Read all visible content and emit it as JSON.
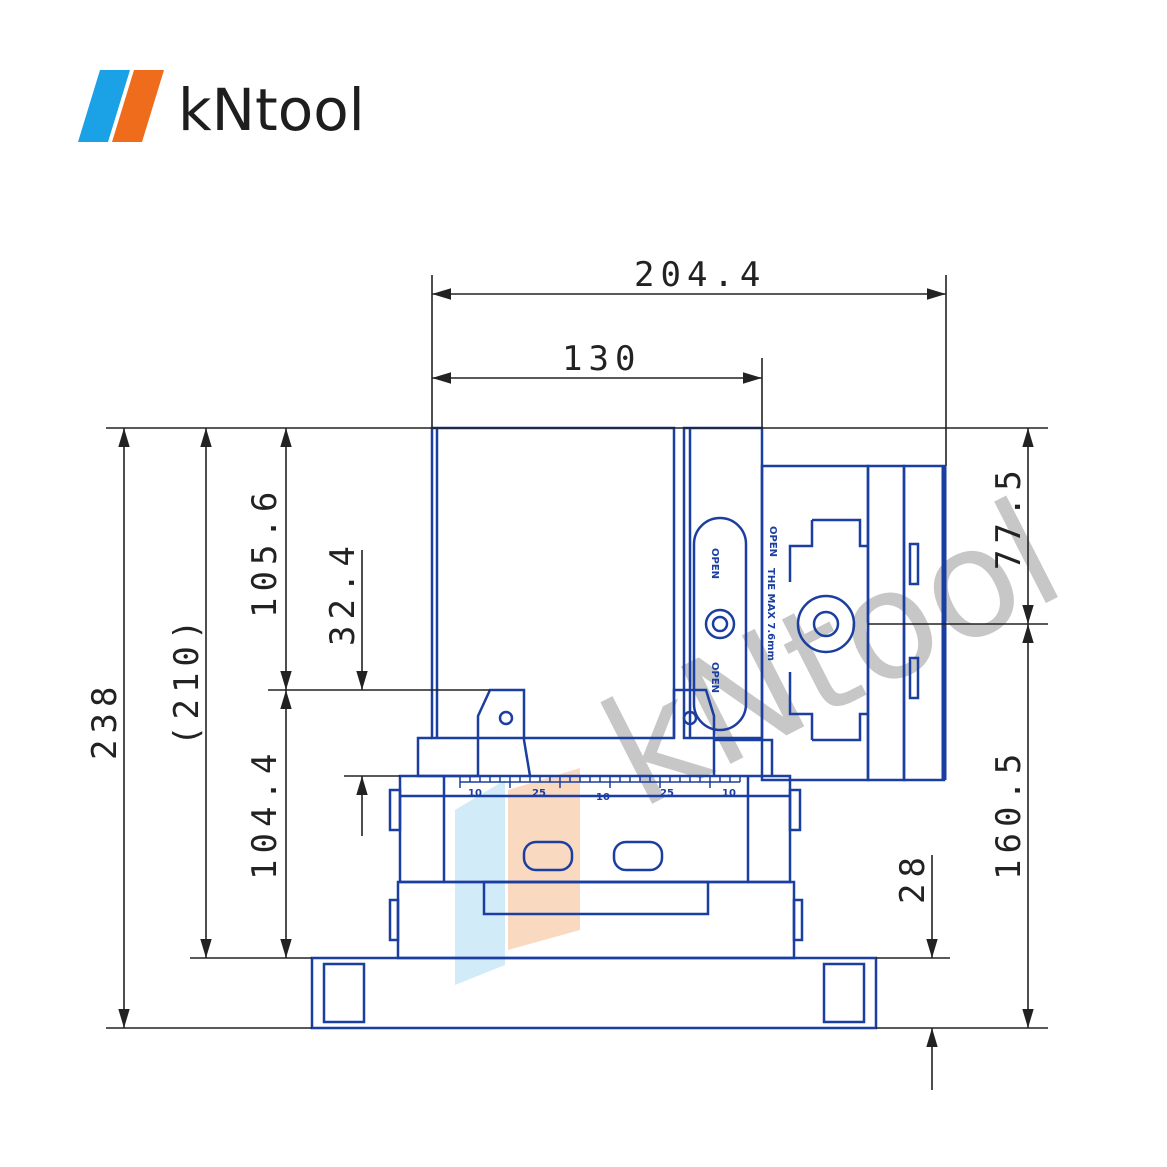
{
  "brand": {
    "name": "kNtool",
    "colors": {
      "blue": "#1aa1e6",
      "orange": "#ee6c1c",
      "text": "#1e1e1e"
    }
  },
  "watermark": {
    "text": "kNtool"
  },
  "drawing": {
    "line_color": "#1a3fa0",
    "dim_color": "#222222",
    "dimensions": {
      "top_width": "204.4",
      "mid_width": "130",
      "total_height": "238",
      "body_height": "(210)",
      "upper_height": "105.6",
      "jaw_height": "32.4",
      "lower_height": "104.4",
      "right_upper": "77.5",
      "right_lower": "160.5",
      "base_height": "28"
    },
    "part_labels": {
      "open_top": "OPEN",
      "open_bottom": "OPEN",
      "open_side": "OPEN",
      "max_label": "THE MAX 7.6mm"
    },
    "scale_ticks": [
      "10",
      "25",
      "10",
      "25",
      "10"
    ]
  }
}
